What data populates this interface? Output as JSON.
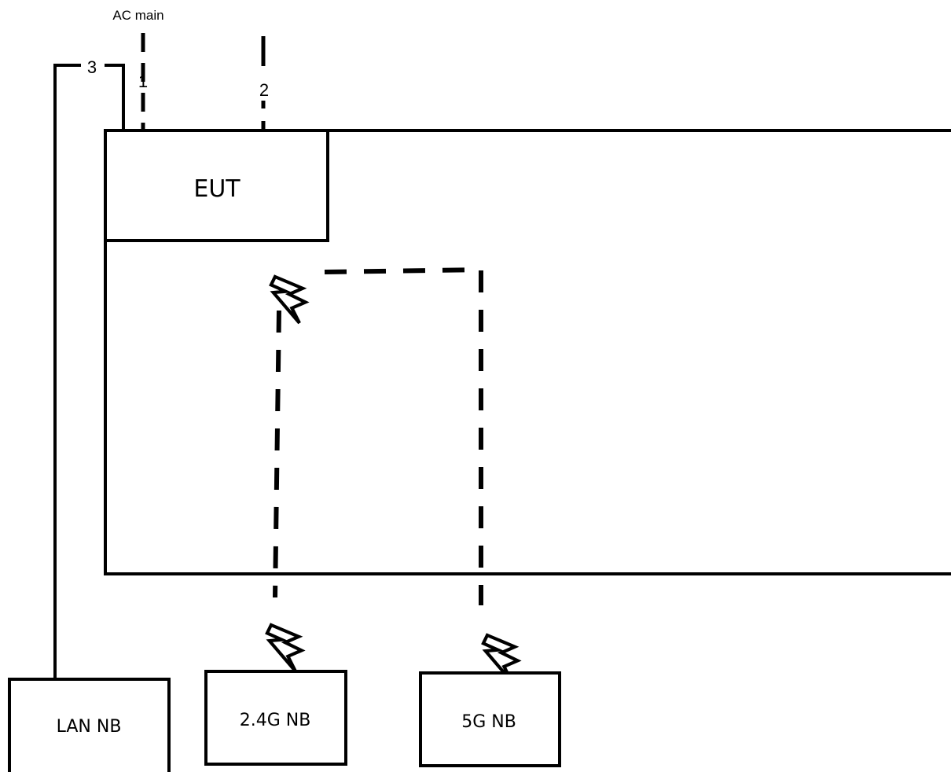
{
  "labels": {
    "ac_main": "AC main",
    "cable_1": "1",
    "cable_2": "2",
    "cable_3": "3"
  },
  "boxes": {
    "eut": "EUT",
    "lan_nb": "LAN NB",
    "nb_24g": "2.4G NB",
    "nb_5g": "5G NB"
  },
  "icons": {
    "wireless": "lightning-bolt-icon"
  },
  "colors": {
    "line": "#000000",
    "background": "#ffffff"
  }
}
